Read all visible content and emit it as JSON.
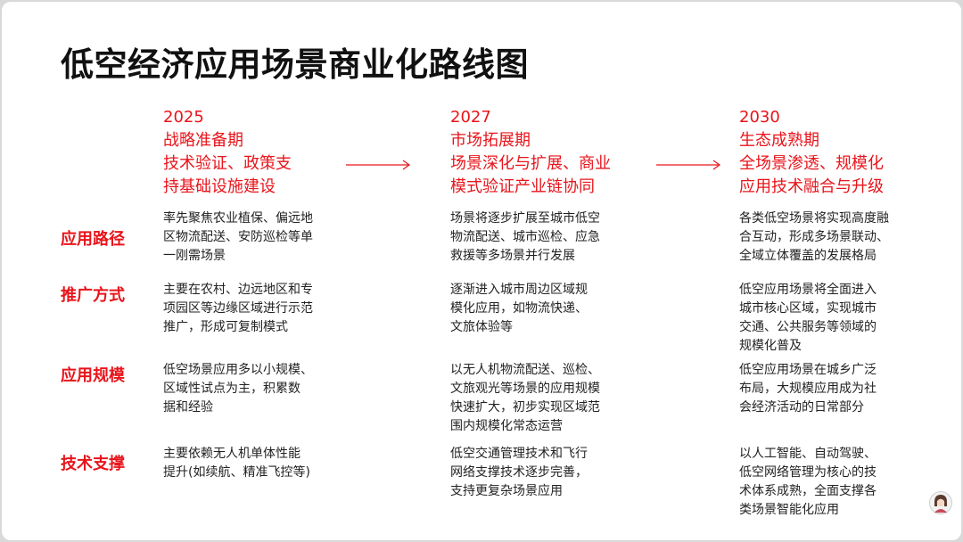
{
  "title": "低空经济应用场景商业化路线图",
  "colors": {
    "accent": "#e8141b",
    "text": "#222222",
    "title": "#111111",
    "background": "#ffffff"
  },
  "phases": [
    {
      "year": "2025",
      "name": "战略准备期",
      "desc_line1": "技术验证、政策支",
      "desc_line2": "持基础设施建设"
    },
    {
      "year": "2027",
      "name": "市场拓展期",
      "desc_line1": "场景深化与扩展、商业",
      "desc_line2": "模式验证产业链协同"
    },
    {
      "year": "2030",
      "name": "生态成熟期",
      "desc_line1": "全场景渗透、规模化",
      "desc_line2": "应用技术融合与升级"
    }
  ],
  "rows": [
    {
      "label": "应用路径",
      "cells": [
        "率先聚焦农业植保、偏远地\n区物流配送、安防巡检等单\n一刚需场景",
        "场景将逐步扩展至城市低空\n物流配送、城市巡检、应急\n救援等多场景并行发展",
        "各类低空场景将实现高度融\n合互动，形成多场景联动、\n全域立体覆盖的发展格局"
      ]
    },
    {
      "label": "推广方式",
      "cells": [
        "主要在农村、边远地区和专\n项园区等边缘区域进行示范\n推广，形成可复制模式",
        "逐渐进入城市周边区域规\n模化应用，如物流快递、\n文旅体验等",
        "低空应用场景将全面进入\n城市核心区域，实现城市\n交通、公共服务等领域的\n规模化普及"
      ]
    },
    {
      "label": "应用规模",
      "cells": [
        "低空场景应用多以小规模、\n区域性试点为主，积累数\n据和经验",
        "以无人机物流配送、巡检、\n文旅观光等场景的应用规模\n快速扩大，初步实现区域范\n围内规模化常态运营",
        "低空应用场景在城乡广泛\n布局，大规模应用成为社\n会经济活动的日常部分"
      ]
    },
    {
      "label": "技术支撑",
      "cells": [
        "主要依赖无人机单体性能\n提升(如续航、精准飞控等)",
        "低空交通管理技术和飞行\n网络支撑技术逐步完善，\n支持更复杂场景应用",
        "以人工智能、自动驾驶、\n低空网络管理为核心的技\n术体系成熟，全面支撑各\n类场景智能化应用"
      ]
    }
  ],
  "icons": {
    "arrow": "arrow-right-icon",
    "avatar": "avatar-icon"
  }
}
